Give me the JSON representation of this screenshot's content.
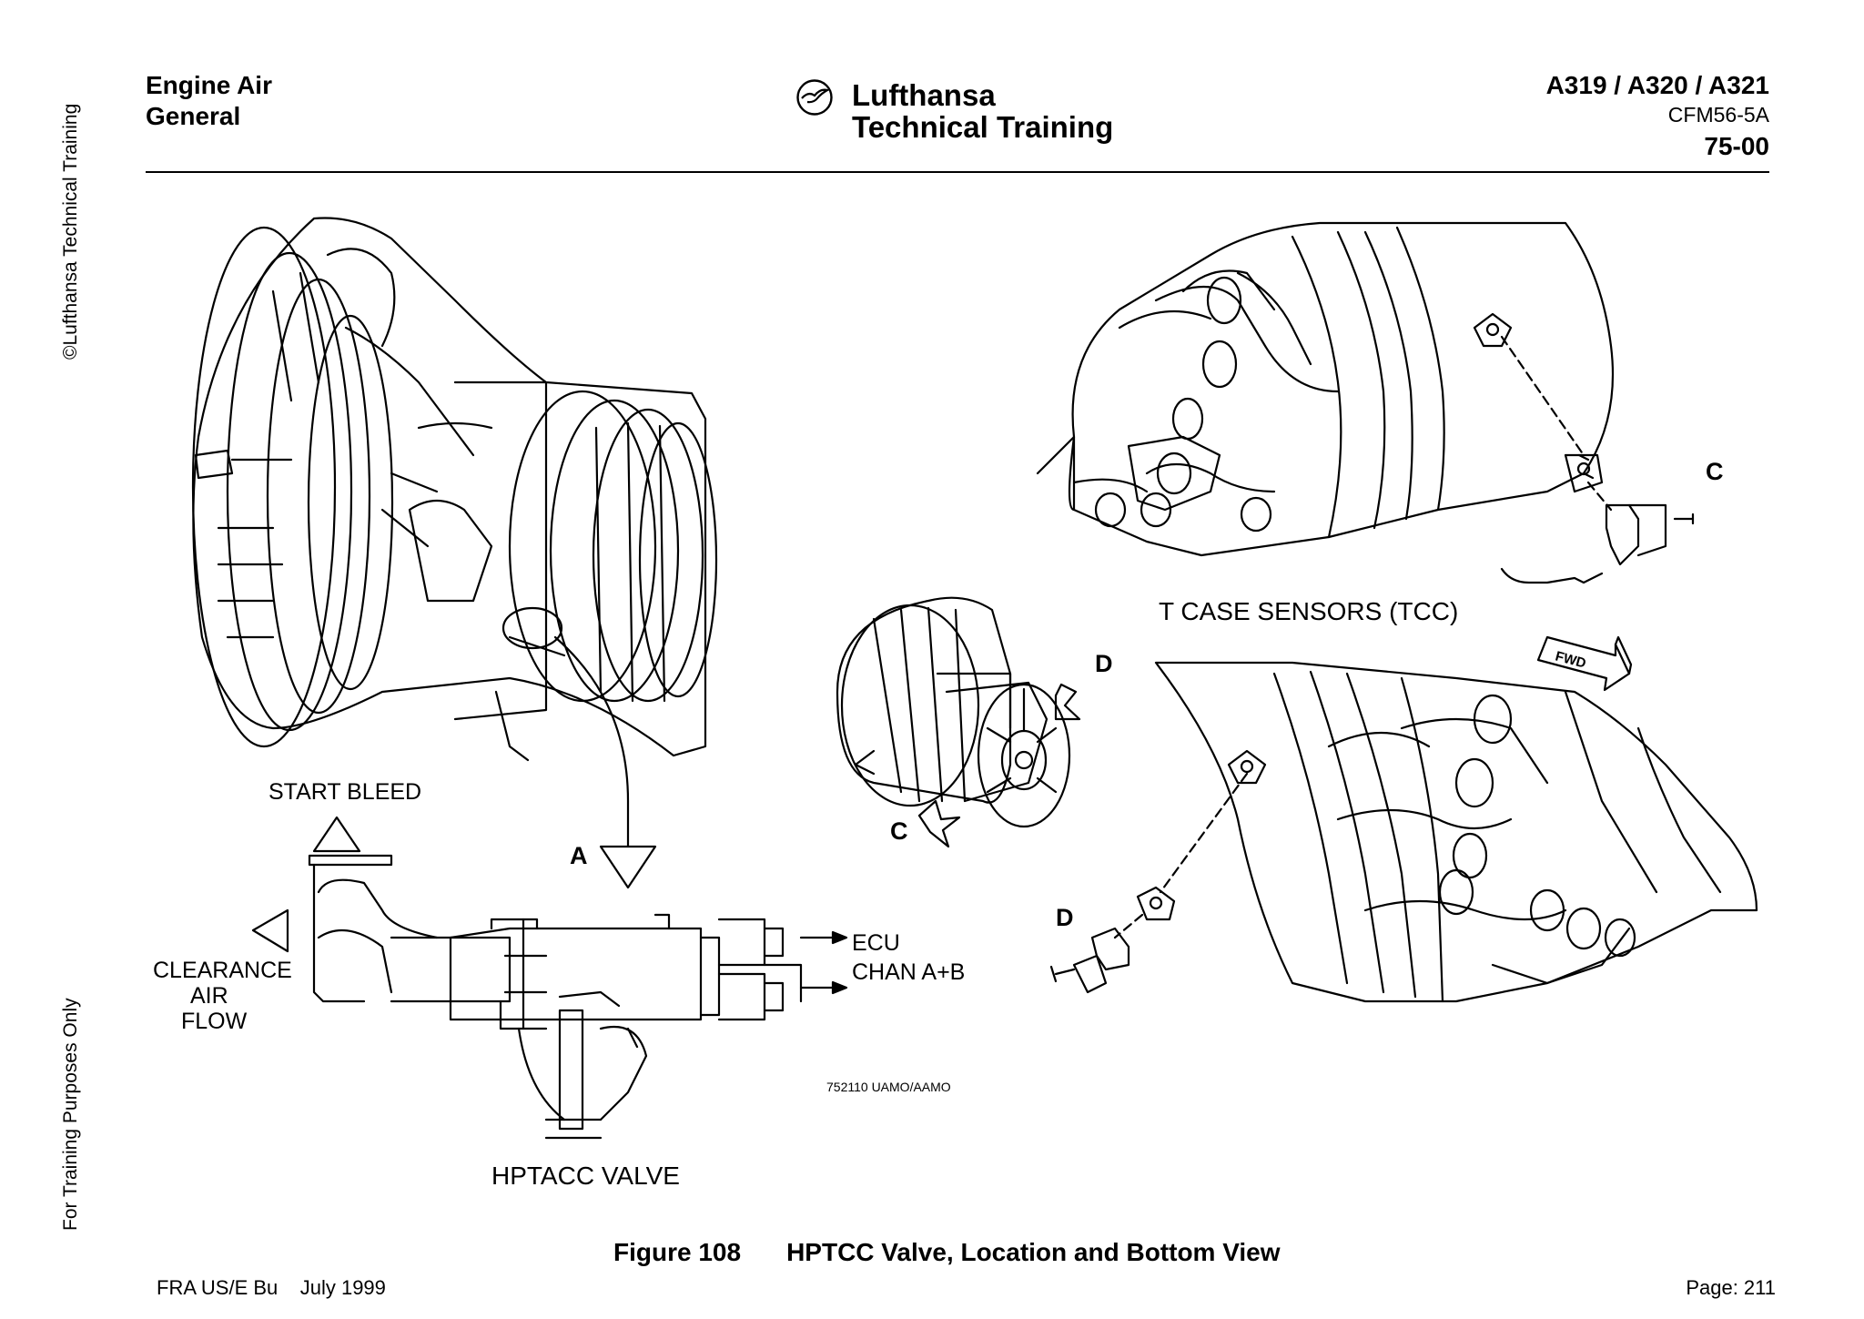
{
  "sidebar": {
    "copyright": "©Lufthansa Technical Training",
    "purpose": "For Training Purposes Only"
  },
  "header": {
    "title_line1": "Engine Air",
    "title_line2": "General",
    "logo_line1": "Lufthansa",
    "logo_line2": "Technical Training",
    "models": "A319 / A320 / A321",
    "engine": "CFM56-5A",
    "chapter": "75-00"
  },
  "figure": {
    "labels": {
      "start_bleed": "START BLEED",
      "clearance_1": "CLEARANCE",
      "clearance_2": "AIR",
      "clearance_3": "FLOW",
      "ecu_1": "ECU",
      "ecu_2": "CHAN A+B",
      "hptacc_valve": "HPTACC VALVE",
      "ref_code": "752110 UAMO/AAMO",
      "tcc": "T CASE SENSORS (TCC)",
      "fwd": "FWD",
      "a": "A",
      "c1": "C",
      "c2": "C",
      "d1": "D",
      "d2": "D"
    },
    "caption_number": "Figure 108",
    "caption_title": "HPTCC Valve, Location and Bottom View"
  },
  "footer": {
    "left": "FRA US/E Bu    July 1999",
    "page": "Page: 211"
  }
}
